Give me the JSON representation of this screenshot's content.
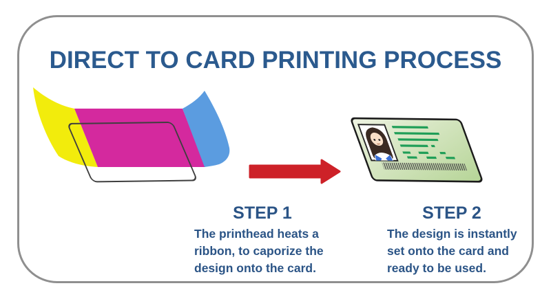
{
  "title": "DIRECT TO CARD PRINTING PROCESS",
  "steps": [
    {
      "heading": "STEP 1",
      "lines": [
        "The printhead heats a",
        "ribbon, to caporize the",
        "design onto the card."
      ]
    },
    {
      "heading": "STEP 2",
      "lines": [
        "The design is instantly",
        "set onto the card and",
        "ready to be used."
      ]
    }
  ],
  "illustrations": {
    "ribbon": {
      "description": "yellow-magenta-cyan print ribbon over blank card outline",
      "panels": [
        "yellow",
        "magenta",
        "cyan"
      ]
    },
    "arrow": {
      "description": "red arrow pointing right"
    },
    "id_card": {
      "description": "printed green id card",
      "elements": [
        "portrait photo",
        "green text lines",
        "barcode"
      ]
    }
  },
  "colors": {
    "title_text": "#2b5a8e",
    "body_text": "#2b5486",
    "frame_border": "#8f8f8f",
    "arrow_red": "#cd2128",
    "ribbon_yellow": "#f2ec0c",
    "ribbon_magenta": "#d4299e",
    "ribbon_cyan": "#5b9ce0",
    "card_green_light": "#eef3e2",
    "card_green_dark": "#b5d496",
    "card_line_green": "#1f9e57",
    "outline_gray": "#3f3f3f",
    "card_border_black": "#1b1b1b",
    "barcode_gray": "#4a4a4a"
  }
}
